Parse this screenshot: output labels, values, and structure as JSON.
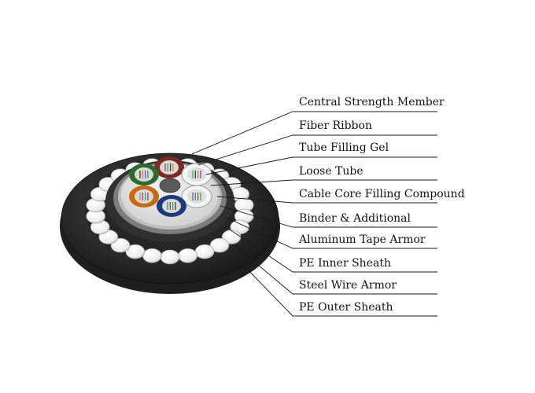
{
  "diagram": {
    "labels": [
      "Central Strength Member",
      "Fiber Ribbon",
      "Tube Filling Gel",
      "Loose Tube",
      "Cable Core Filling Compound",
      "Binder & Additional",
      "Aluminum Tape Armor",
      "PE Inner Sheath",
      "Steel Wire Armor",
      "PE Outer Sheath"
    ]
  },
  "colors": {
    "outer_sheath": "#2b2b2b",
    "outer_sheath_rim": "#454545",
    "steel_wire": "#f2f2f2",
    "inner_sheath": "#333333",
    "aluminum_tape": "#7a7a7a",
    "core_filling": "#e6e6e6",
    "central_member": "#5a5a5a",
    "tube_red": "#7a2a22",
    "tube_green": "#2e6a2e",
    "tube_orange": "#c46a12",
    "tube_blue": "#1e3a7a",
    "tube_white": "#f4f4f4"
  }
}
